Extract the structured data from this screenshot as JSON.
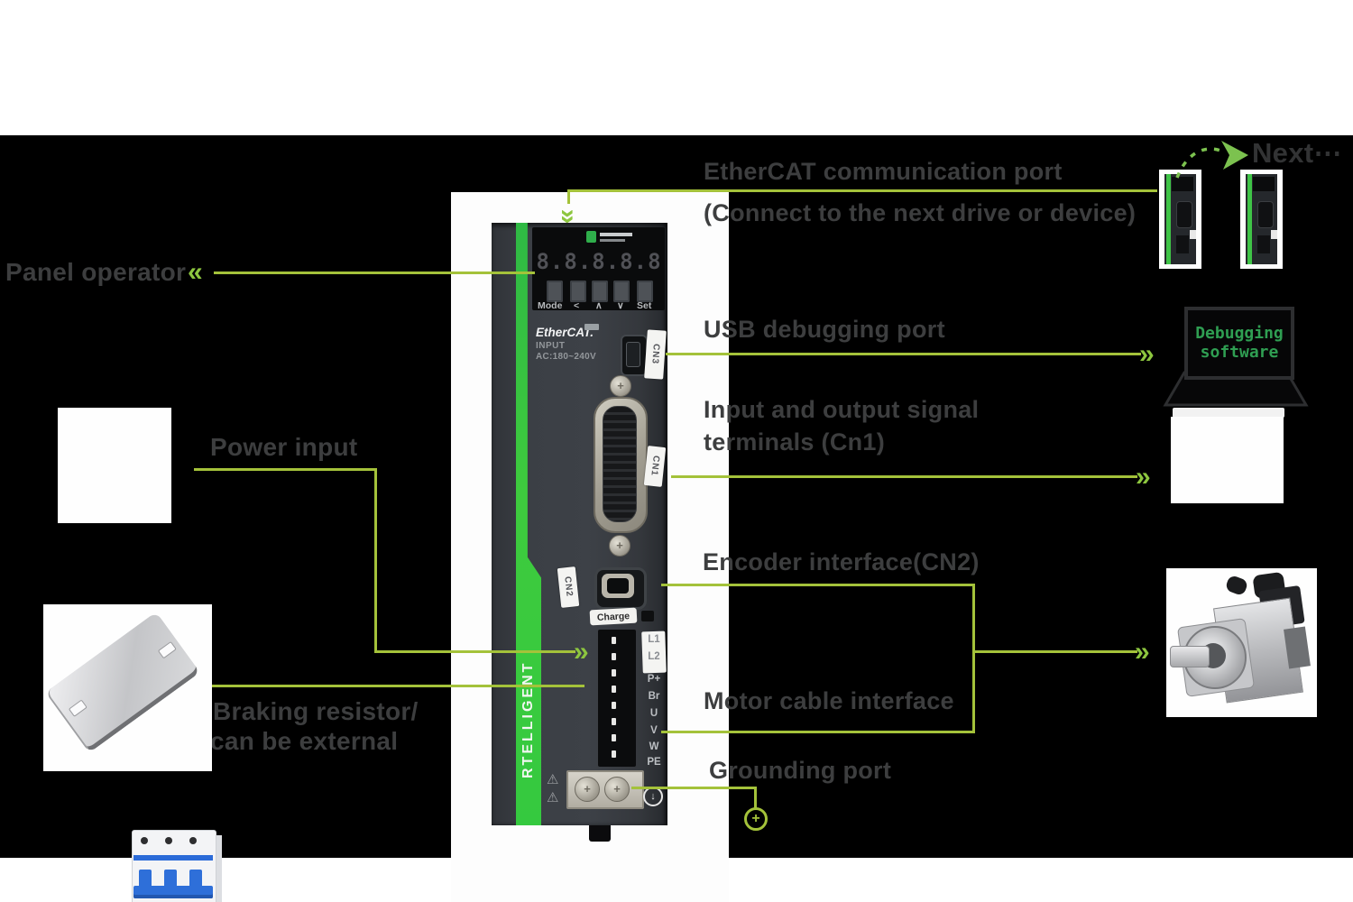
{
  "colors": {
    "backdrop": "#000000",
    "line_green": "#a4c23a",
    "chevron_green": "#8dc63f",
    "stripe_green": "#35c93f",
    "label_gray": "#3d3e3f",
    "debug_green": "#2f9e52"
  },
  "annotations": {
    "ethercat_title": "EtherCAT communication port",
    "ethercat_subtitle": "(Connect to the next drive or device)",
    "panel_operator": "Panel operator",
    "usb": "USB debugging port",
    "io_line1": "Input and output signal",
    "io_line2": "terminals (Cn1)",
    "encoder": "Encoder interface(CN2)",
    "motor_cable": "Motor cable interface",
    "grounding": "Grounding port",
    "power_input": "Power input",
    "braking_line1": "Braking resistor/",
    "braking_line2": "can be external",
    "next": "Next⋯"
  },
  "drive": {
    "brand_vertical": "RTELLIGENT",
    "display_value": "8.8.8.8.8",
    "button_labels": [
      "Mode",
      "<",
      "∧",
      "∨",
      "Set"
    ],
    "fieldbus_label": "EtherCAT.",
    "input_label": "INPUT",
    "voltage_label": "AC:180~240V",
    "tag_cn3": "CN3",
    "tag_cn1": "CN1",
    "tag_cn2": "CN2",
    "tag_charge": "Charge",
    "terminals": [
      "L1",
      "L2",
      "P+",
      "Br",
      "U",
      "V",
      "W",
      "PE"
    ]
  },
  "laptop": {
    "screen_line1": "Debugging",
    "screen_line2": "software"
  },
  "icons": {
    "chevrons_left": "«",
    "chevrons_right": "»",
    "chevrons_down": "»",
    "ground_plus": "+",
    "ground_arrow": "↓",
    "warning": "⚠"
  }
}
